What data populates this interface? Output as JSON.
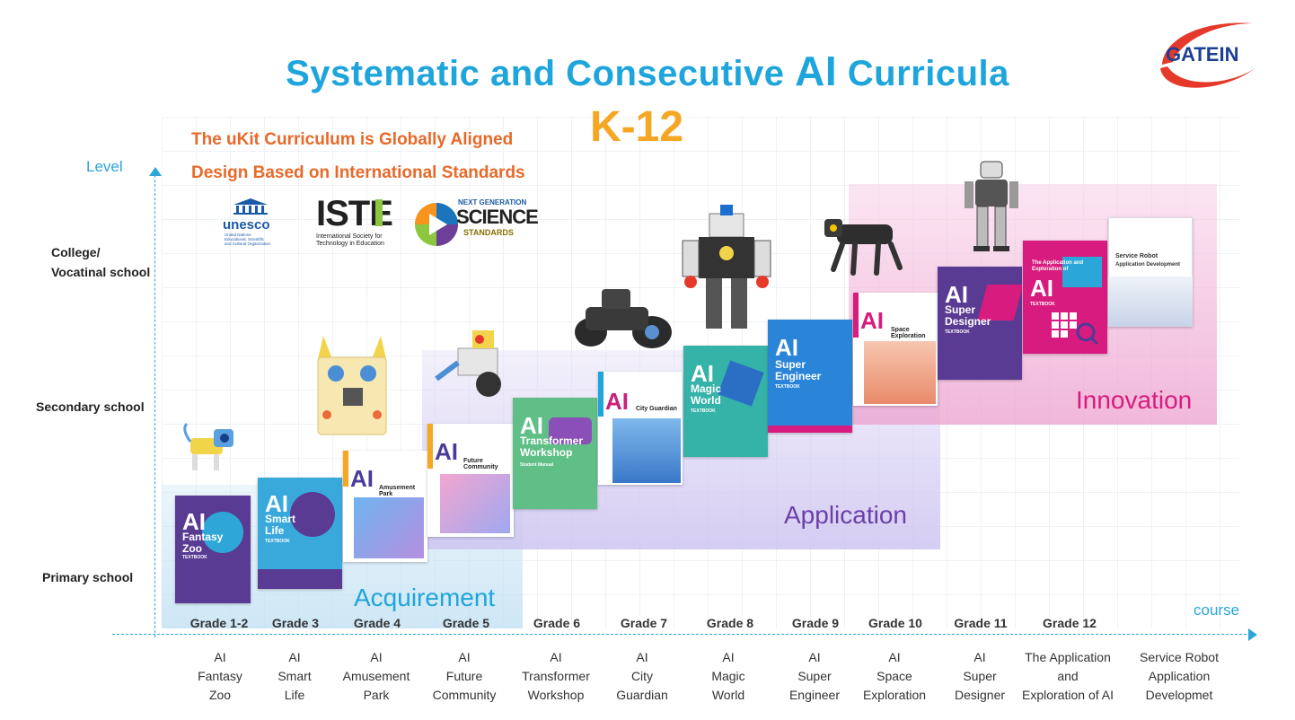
{
  "title": {
    "part1": "Systematic and Consecutive ",
    "ai": "AI",
    "part2": " Curricula"
  },
  "k12": "K-12",
  "aligned": [
    "The uKit Curriculum is Globally Aligned",
    "Design Based on International Standards"
  ],
  "logos": {
    "gatein": "GATEIN",
    "unesco": {
      "name": "unesco",
      "lines": [
        "United Nations",
        "Educational, Scientific",
        "and Cultural Organization"
      ]
    },
    "iste": {
      "name": "ISTE",
      "lines": [
        "International Society for",
        "Technology in Education"
      ]
    },
    "ngss": {
      "top": "NEXT GENERATION",
      "main": "SCIENCE",
      "bottom": "STANDARDS"
    }
  },
  "axes": {
    "y_label": "Level",
    "x_label": "course"
  },
  "levels": {
    "college": [
      "College/",
      "Vocatinal school"
    ],
    "secondary": "Secondary school",
    "primary": "Primary school"
  },
  "bands": {
    "acquirement": "Acquirement",
    "application": "Application",
    "innovation": "Innovation"
  },
  "grades": [
    "Grade 1-2",
    "Grade 3",
    "Grade 4",
    "Grade 5",
    "Grade 6",
    "Grade 7",
    "Grade 8",
    "Grade 9",
    "Grade 10",
    "Grade 11",
    "Grade 12"
  ],
  "courses": [
    [
      "AI",
      "Fantasy",
      "Zoo"
    ],
    [
      "AI",
      "Smart",
      "Life"
    ],
    [
      "AI",
      "Amusement",
      "Park"
    ],
    [
      "AI",
      "Future",
      "Community"
    ],
    [
      "AI",
      "Transformer",
      "Workshop"
    ],
    [
      "AI",
      "City",
      "Guardian"
    ],
    [
      "AI",
      "Magic",
      "World"
    ],
    [
      "AI",
      "Super",
      "Engineer"
    ],
    [
      "AI",
      "Space",
      "Exploration"
    ],
    [
      "AI",
      "Super",
      "Designer"
    ],
    [
      "The Application",
      "and",
      "Exploration of AI"
    ],
    [
      "Service Robot",
      "Application",
      "Developmet"
    ]
  ],
  "books": {
    "b1": {
      "ai": "AI",
      "sub": "Fantasy Zoo",
      "tb": "TEXTBOOK"
    },
    "b2": {
      "ai": "AI",
      "sub": "Smart Life",
      "tb": "TEXTBOOK"
    },
    "b3": {
      "ai": "AI",
      "sub": "Amusement Park"
    },
    "b4": {
      "ai": "AI",
      "sub": "Future Community"
    },
    "b5": {
      "ai": "AI",
      "sub": "Transformer Workshop",
      "tb": "Student Manual"
    },
    "b6": {
      "ai": "AI",
      "sub": "City Guardian"
    },
    "b7": {
      "ai": "AI",
      "sub": "Magic World",
      "tb": "TEXTBOOK"
    },
    "b8": {
      "ai": "AI",
      "sub": "Super Engineer",
      "tb": "TEXTBOOK"
    },
    "b9": {
      "ai": "AI",
      "sub": "Space Exploration"
    },
    "b10": {
      "ai": "AI",
      "sub": "Super Designer",
      "tb": "TEXTBOOK"
    },
    "b11": {
      "ai": "AI",
      "sub": "The Application and Exploration of",
      "tb": "TEXTBOOK"
    },
    "b12": {
      "line1": "Service Robot",
      "line2": "Application Development"
    }
  },
  "colors": {
    "title_blue": "#1ea5dc",
    "k12_orange": "#f5a623",
    "aligned_orange": "#e8692a",
    "acquirement": "#1ea5dc",
    "application": "#6b3fa8",
    "innovation": "#d81b7e"
  }
}
